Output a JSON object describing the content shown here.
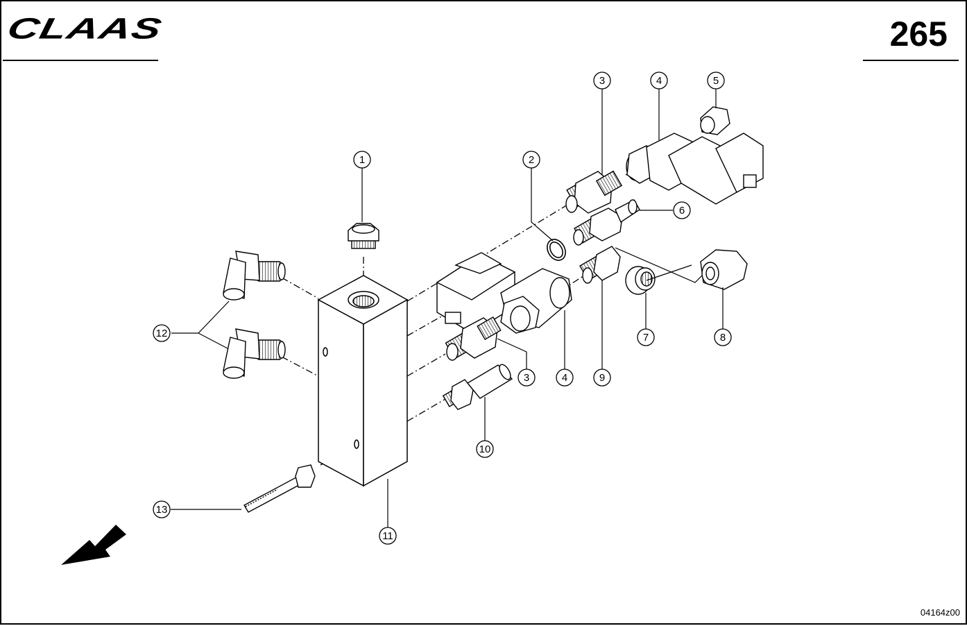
{
  "header": {
    "brand": "CLAAS",
    "page_number": "265"
  },
  "footer": {
    "drawing_code": "04164z00"
  },
  "callouts": [
    {
      "id": "c1",
      "label": "1"
    },
    {
      "id": "c2",
      "label": "2"
    },
    {
      "id": "c3a",
      "label": "3"
    },
    {
      "id": "c4a",
      "label": "4"
    },
    {
      "id": "c5",
      "label": "5"
    },
    {
      "id": "c6",
      "label": "6"
    },
    {
      "id": "c7",
      "label": "7"
    },
    {
      "id": "c8",
      "label": "8"
    },
    {
      "id": "c9",
      "label": "9"
    },
    {
      "id": "c4b",
      "label": "4"
    },
    {
      "id": "c3b",
      "label": "3"
    },
    {
      "id": "c10",
      "label": "10"
    },
    {
      "id": "c11",
      "label": "11"
    },
    {
      "id": "c12",
      "label": "12"
    },
    {
      "id": "c13",
      "label": "13"
    }
  ],
  "colors": {
    "ink": "#000000",
    "paper": "#ffffff",
    "shade": "#e8e8e8"
  }
}
